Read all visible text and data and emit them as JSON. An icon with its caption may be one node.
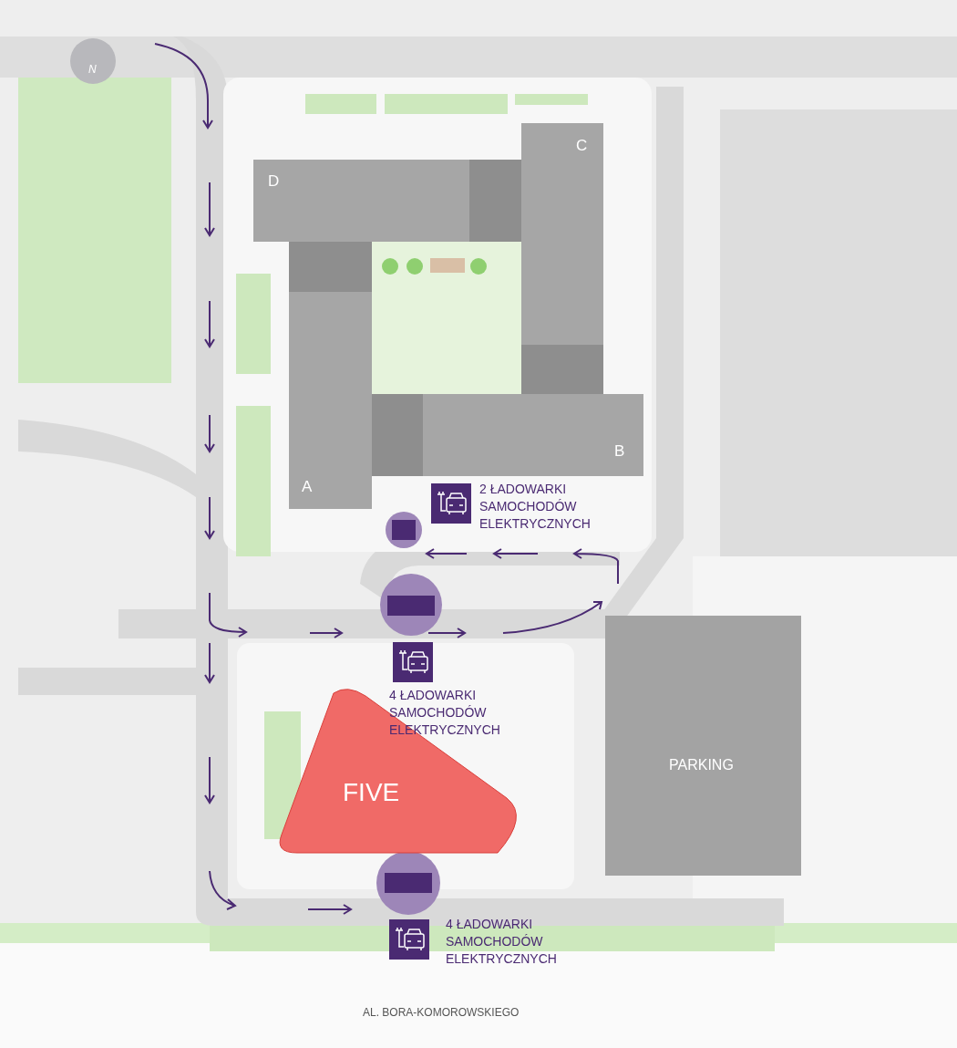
{
  "diagram": {
    "nodes": [
      {
        "text": [
          "N"
        ]
      },
      {
        "text": [
          "D"
        ]
      },
      {
        "text": [
          "C"
        ]
      },
      {
        "text": [
          "B"
        ]
      },
      {
        "text": [
          "A"
        ]
      },
      {
        "text": [
          "FIVE"
        ]
      },
      {
        "text": [
          "PARKING"
        ]
      }
    ],
    "labels": [
      "2 ŁADOWARKI SAMOCHODÓW ELEKTRYCZNYCH",
      "4 ŁADOWARKI SAMOCHODÓW ELEKTRYCZNYCH",
      "4 ŁADOWARKI SAMOCHODÓW ELEKTRYCZNYCH",
      "AL. BORA-KOMOROWSKIEGO"
    ]
  }
}
